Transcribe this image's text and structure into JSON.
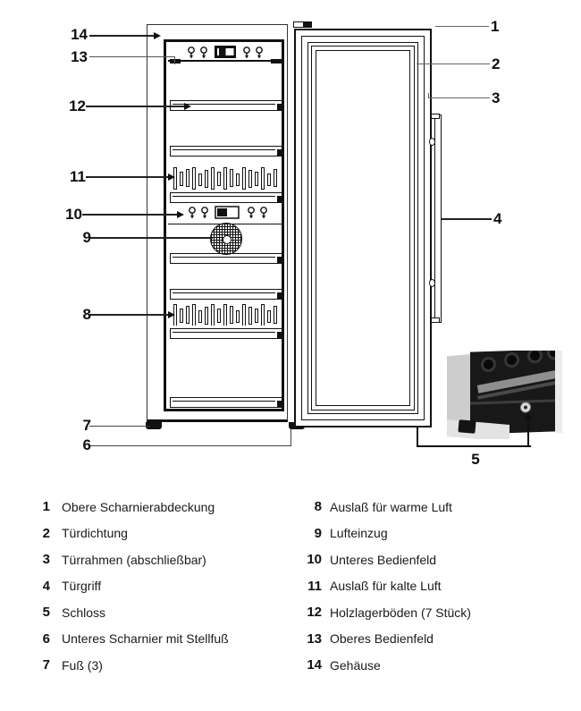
{
  "title": "Wine cabinet parts diagram",
  "colors": {
    "line": "#111111",
    "callout_line_light": "#666666",
    "photo_front": "#181818",
    "photo_side": "#cdcdcd"
  },
  "diagram": {
    "callouts": {
      "c1": "1",
      "c2": "2",
      "c3": "3",
      "c4": "4",
      "c5": "5",
      "c6": "6",
      "c7": "7",
      "c8": "8",
      "c9": "9",
      "c10": "10",
      "c11": "11",
      "c12": "12",
      "c13": "13",
      "c14": "14"
    },
    "vents": {
      "count": 17,
      "rows": 2
    },
    "shelves": {
      "count": 7
    },
    "icons": {
      "panel_button": "button-icon",
      "panel_display": "temperature-display",
      "fan": "fan-icon",
      "lock": "lock-icon"
    }
  },
  "legend": {
    "left": [
      {
        "num": "1",
        "label": "Obere Scharnierabdeckung"
      },
      {
        "num": "2",
        "label": "Türdichtung"
      },
      {
        "num": "3",
        "label": "Türrahmen (abschließbar)"
      },
      {
        "num": "4",
        "label": "Türgriff"
      },
      {
        "num": "5",
        "label": "Schloss"
      },
      {
        "num": "6",
        "label": "Unteres Scharnier mit Stellfuß"
      },
      {
        "num": "7",
        "label": "Fuß (3)"
      }
    ],
    "right": [
      {
        "num": "8",
        "label": "Auslaß für warme Luft"
      },
      {
        "num": "9",
        "label": "Lufteinzug"
      },
      {
        "num": "10",
        "label": "Unteres Bedienfeld"
      },
      {
        "num": "11",
        "label": "Auslaß für kalte Luft"
      },
      {
        "num": "12",
        "label": "Holzlagerböden (7 Stück)"
      },
      {
        "num": "13",
        "label": "Oberes Bedienfeld"
      },
      {
        "num": "14",
        "label": "Gehäuse"
      }
    ]
  }
}
